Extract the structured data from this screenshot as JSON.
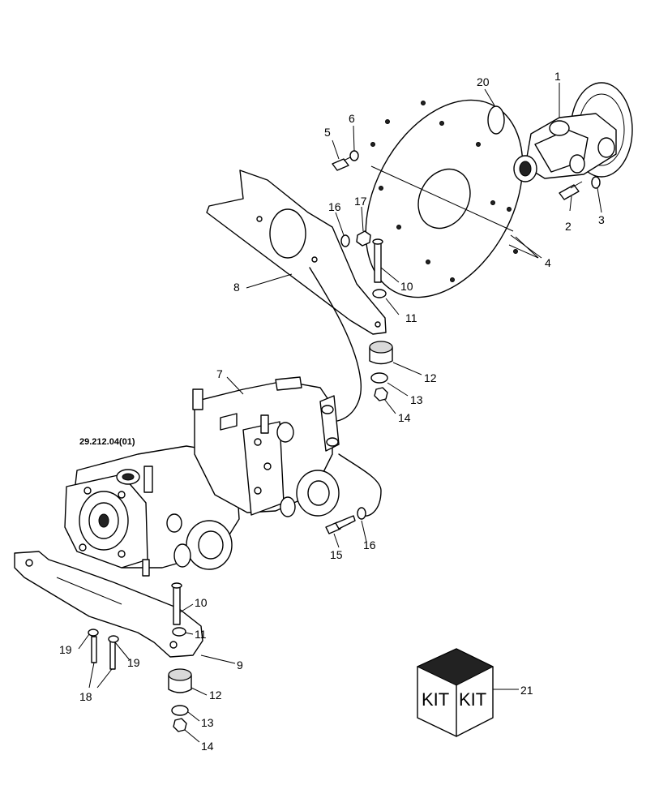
{
  "callouts": {
    "c1": "1",
    "c2": "2",
    "c3": "3",
    "c4": "4",
    "c5": "5",
    "c6": "6",
    "c7": "7",
    "c8": "8",
    "c9": "9",
    "c10a": "10",
    "c10b": "10",
    "c11a": "11",
    "c11b": "11",
    "c12a": "12",
    "c12b": "12",
    "c13a": "13",
    "c13b": "13",
    "c14a": "14",
    "c14b": "14",
    "c15": "15",
    "c16a": "16",
    "c16b": "16",
    "c17": "17",
    "c18": "18",
    "c19a": "19",
    "c19b": "19",
    "c20": "20",
    "c21": "21"
  },
  "reference": "29.212.04(01)",
  "kit": {
    "left": "KIT",
    "right": "KIT"
  }
}
